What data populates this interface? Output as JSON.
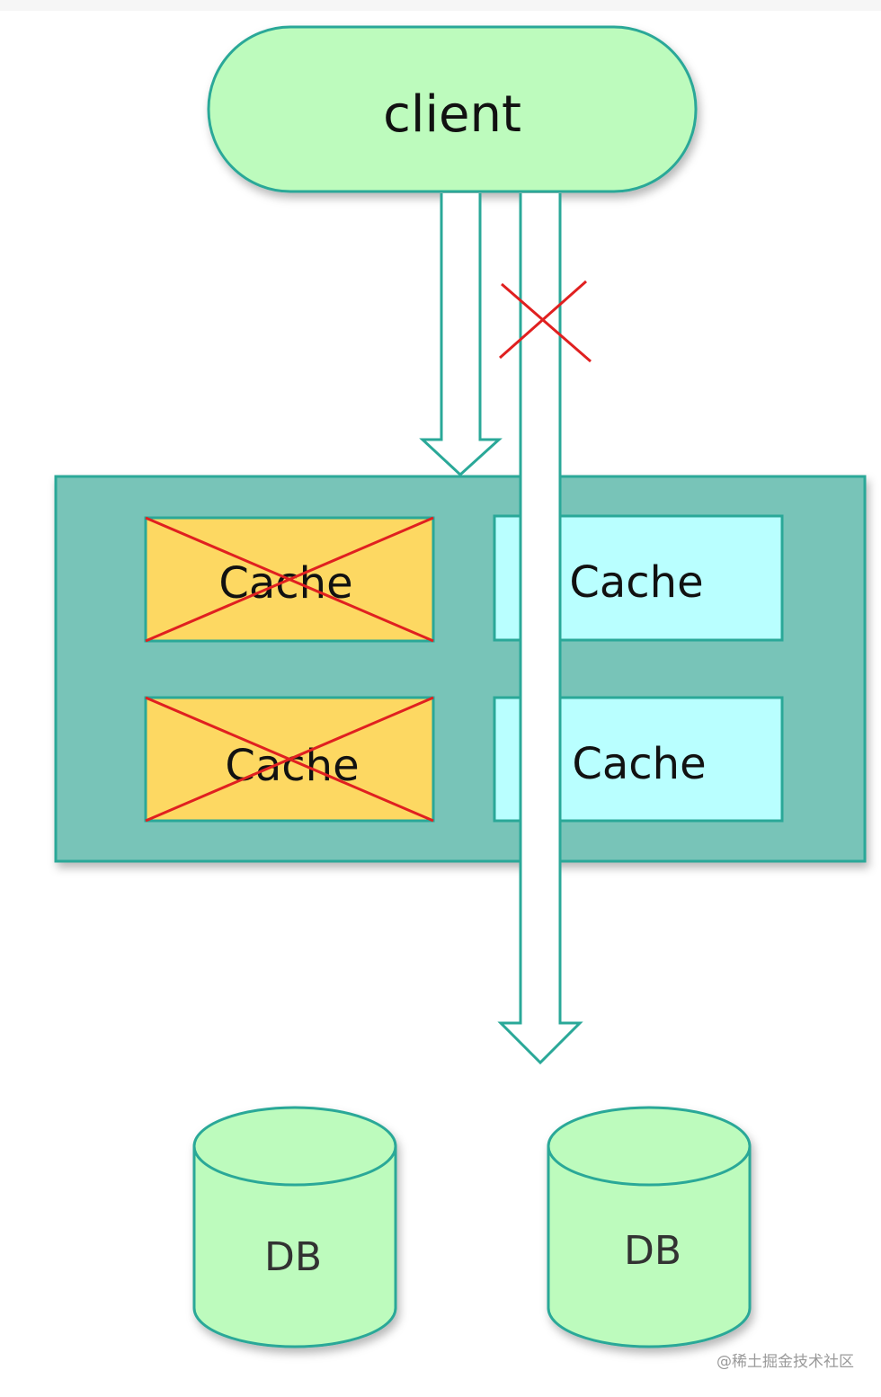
{
  "client": {
    "label": "client"
  },
  "cache_cluster": {
    "nodes": [
      {
        "label": "Cache",
        "status": "down"
      },
      {
        "label": "Cache",
        "status": "up"
      },
      {
        "label": "Cache",
        "status": "down"
      },
      {
        "label": "Cache",
        "status": "up"
      }
    ]
  },
  "databases": [
    {
      "label": "DB"
    },
    {
      "label": "DB"
    }
  ],
  "watermark": "@稀土掘金技术社区",
  "colors": {
    "client_fill": "#bdfbbd",
    "cluster_fill": "#78c4b8",
    "cache_down_fill": "#fdd862",
    "cache_up_fill": "#b9ffff",
    "db_fill": "#bdfbbd",
    "stroke": "#2aa898",
    "cross": "#e02020"
  }
}
